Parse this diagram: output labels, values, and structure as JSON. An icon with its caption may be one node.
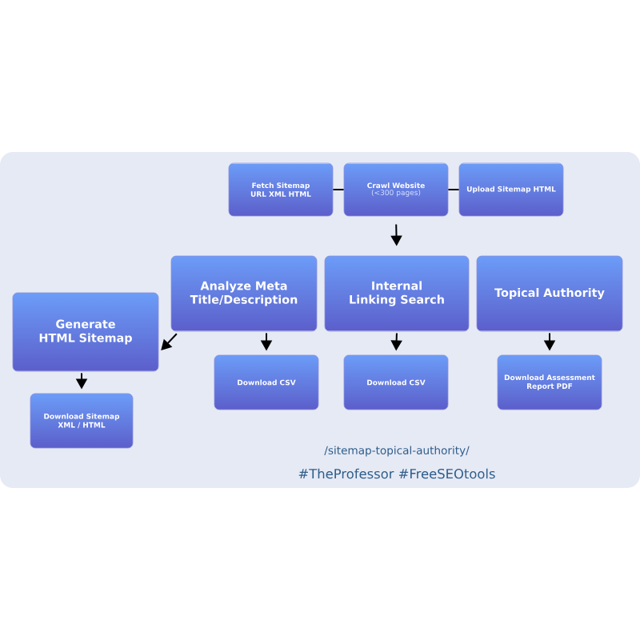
{
  "diagram": {
    "nodes": [
      {
        "text": [
          "Fetch Sitemap URL XML HTML"
        ]
      },
      {
        "text": [
          "Crawl Website",
          "(<300 pages)"
        ]
      },
      {
        "text": [
          "Upload Sitemap HTML"
        ]
      },
      {
        "text": [
          "Analyze Meta Title/Description"
        ]
      },
      {
        "text": [
          "Internal Linking Search"
        ]
      },
      {
        "text": [
          "Topical Authority"
        ]
      },
      {
        "text": [
          "Generate HTML Sitemap"
        ]
      },
      {
        "text": [
          "Download Sitemap XML / HTML"
        ]
      },
      {
        "text": [
          "Download CSV"
        ]
      },
      {
        "text": [
          "Download CSV"
        ]
      },
      {
        "text": [
          "Download Assessment Report PDF"
        ]
      }
    ],
    "edges": [
      {
        "from": 0,
        "to": 1,
        "arrow": "none"
      },
      {
        "from": 1,
        "to": 2,
        "arrow": "none"
      },
      {
        "from": 1,
        "to": 4,
        "arrow": "to"
      },
      {
        "from": 3,
        "to": 6,
        "arrow": "to"
      },
      {
        "from": 6,
        "to": 7,
        "arrow": "to"
      },
      {
        "from": 3,
        "to": 8,
        "arrow": "to"
      },
      {
        "from": 4,
        "to": 9,
        "arrow": "to"
      },
      {
        "from": 5,
        "to": 10,
        "arrow": "to"
      }
    ],
    "labels": [
      "/sitemap-topical-authority/",
      "#TheProfessor #FreeSEOtools"
    ]
  }
}
